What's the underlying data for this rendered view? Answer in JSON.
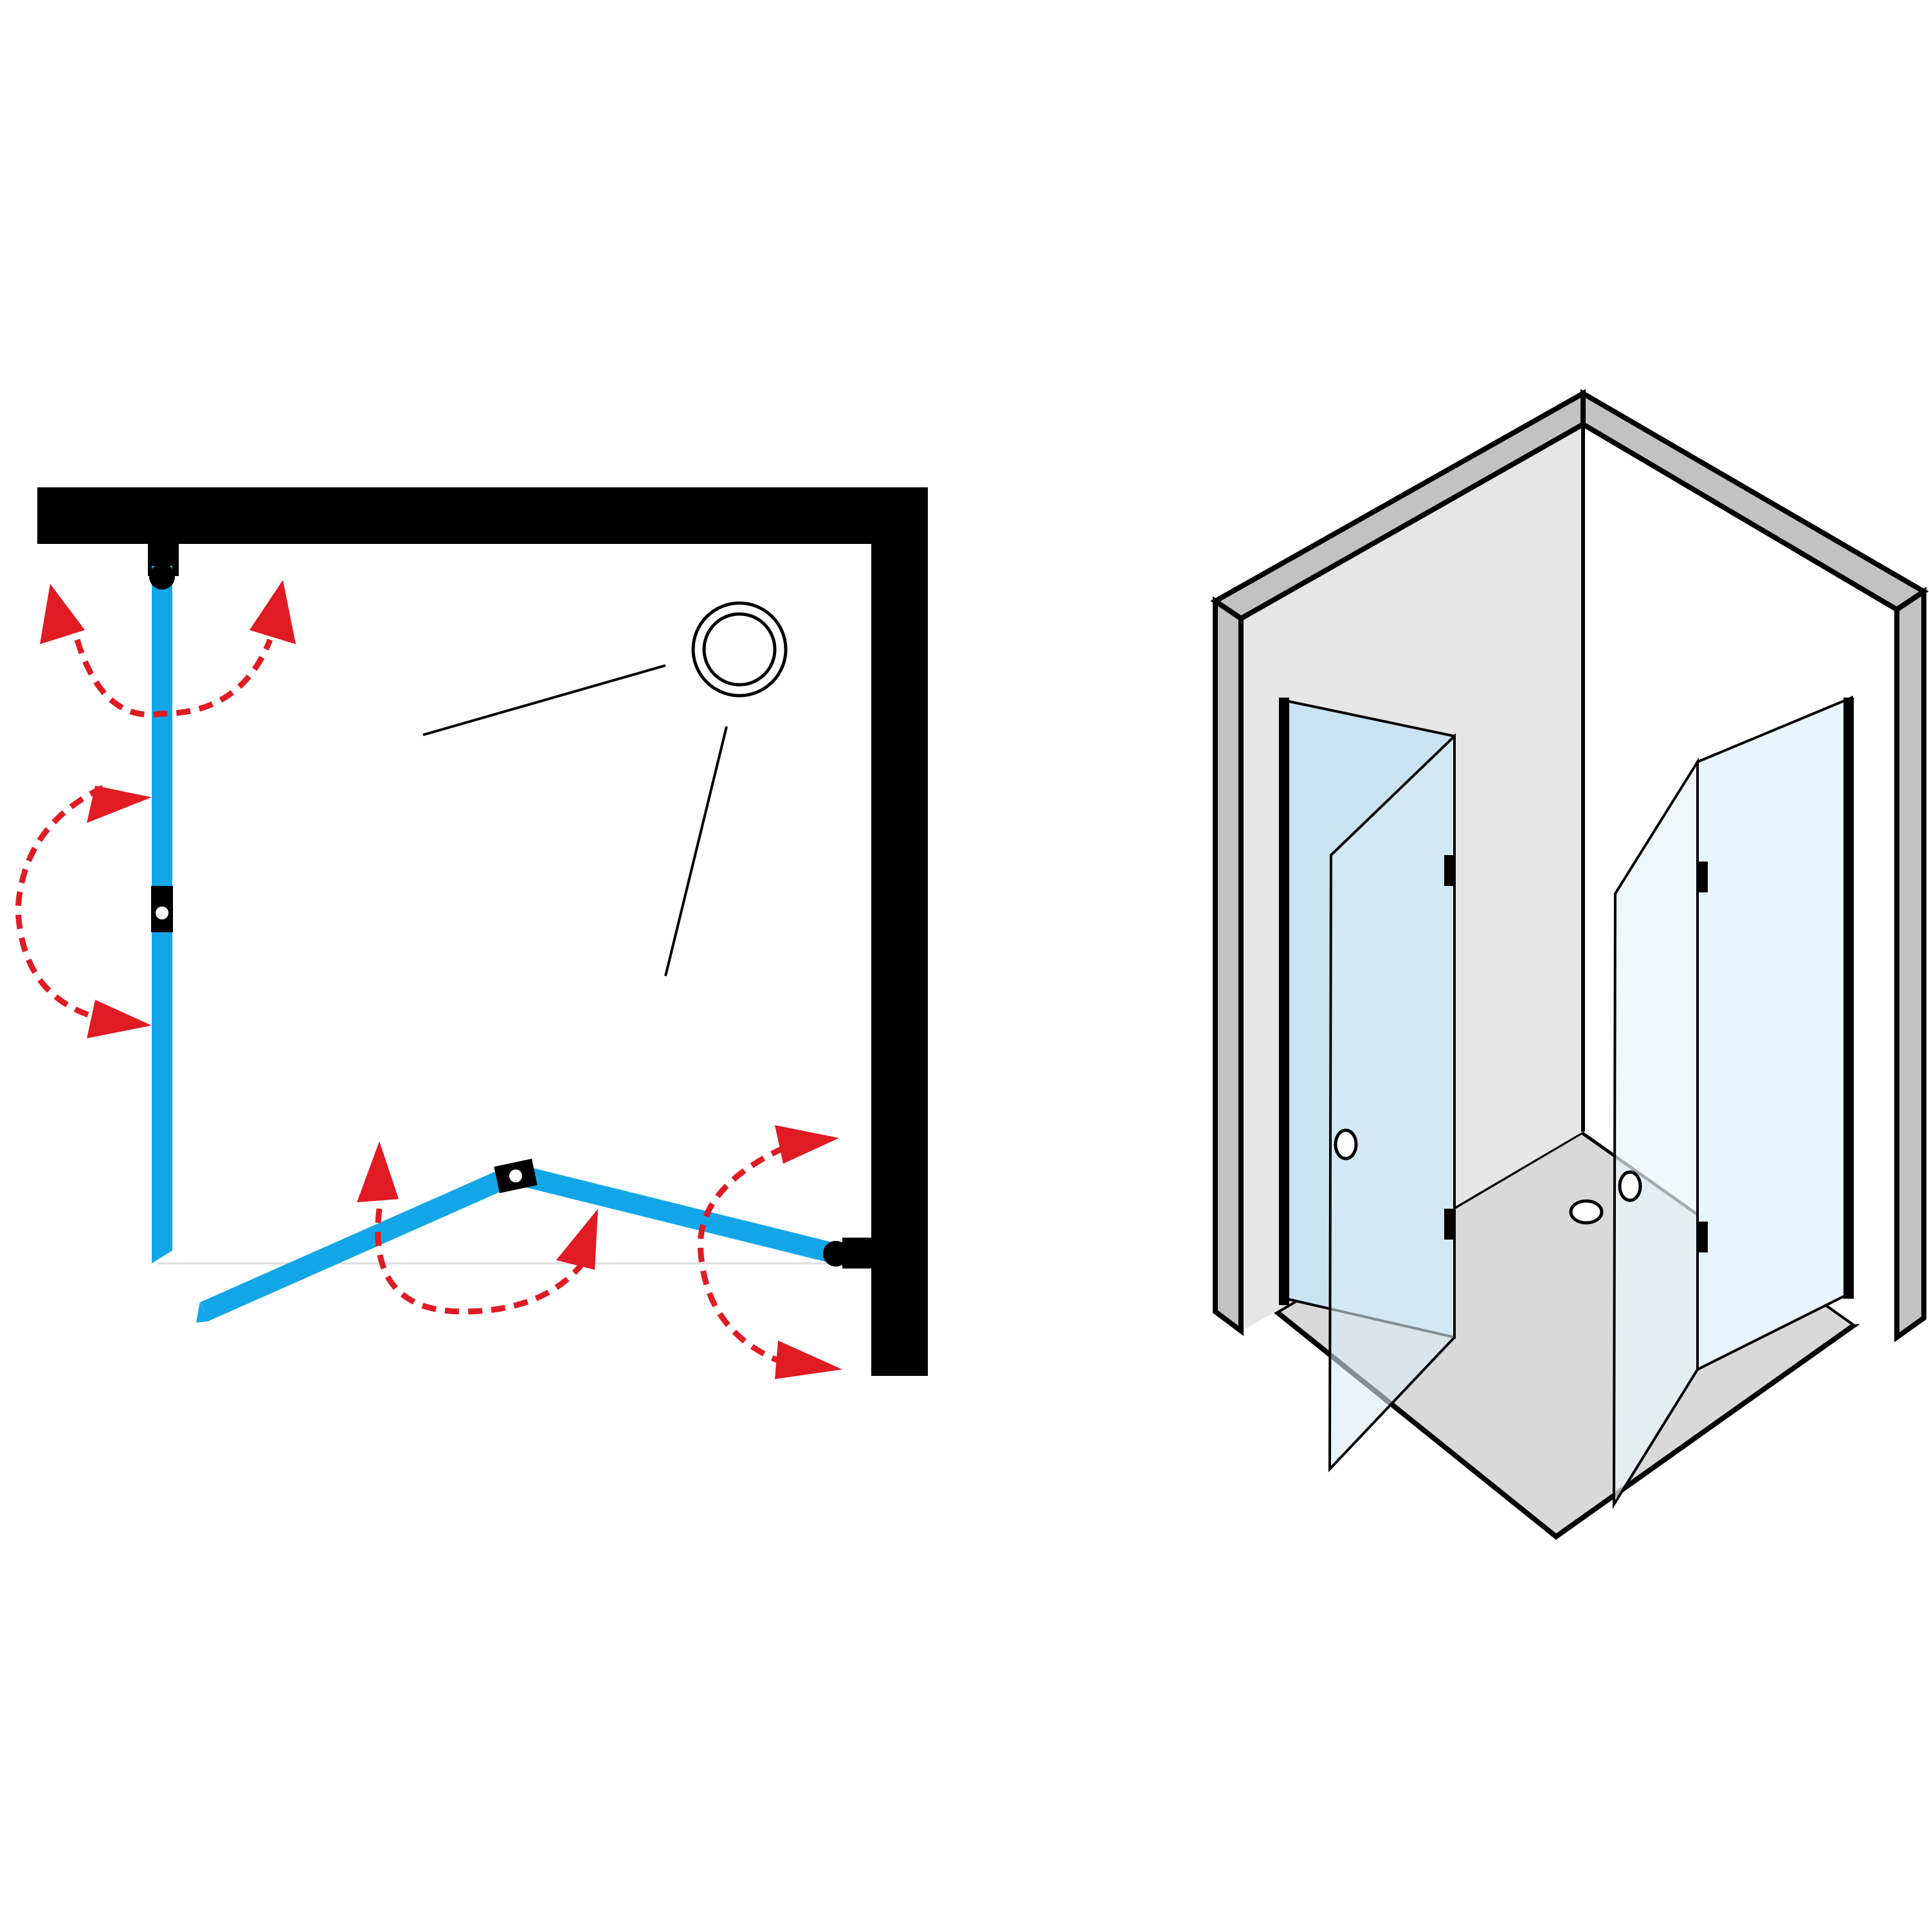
{
  "figure": {
    "type": "shower-enclosure-diagram",
    "views": [
      "plan",
      "isometric"
    ],
    "colors": {
      "background": "#ffffff",
      "wall": "#000000",
      "glass_plan": "#12a6e8",
      "swing_arrow": "#e01b24",
      "wall_light": "#e6e6e6",
      "wall_edge": "#c2c2c2",
      "floor": "#d9d9d9",
      "glass_iso": "#c9e3f2"
    },
    "icons": {
      "drain": "drain-icon",
      "hinge": "hinge-icon",
      "swing": "swing-arrow-icon"
    }
  }
}
